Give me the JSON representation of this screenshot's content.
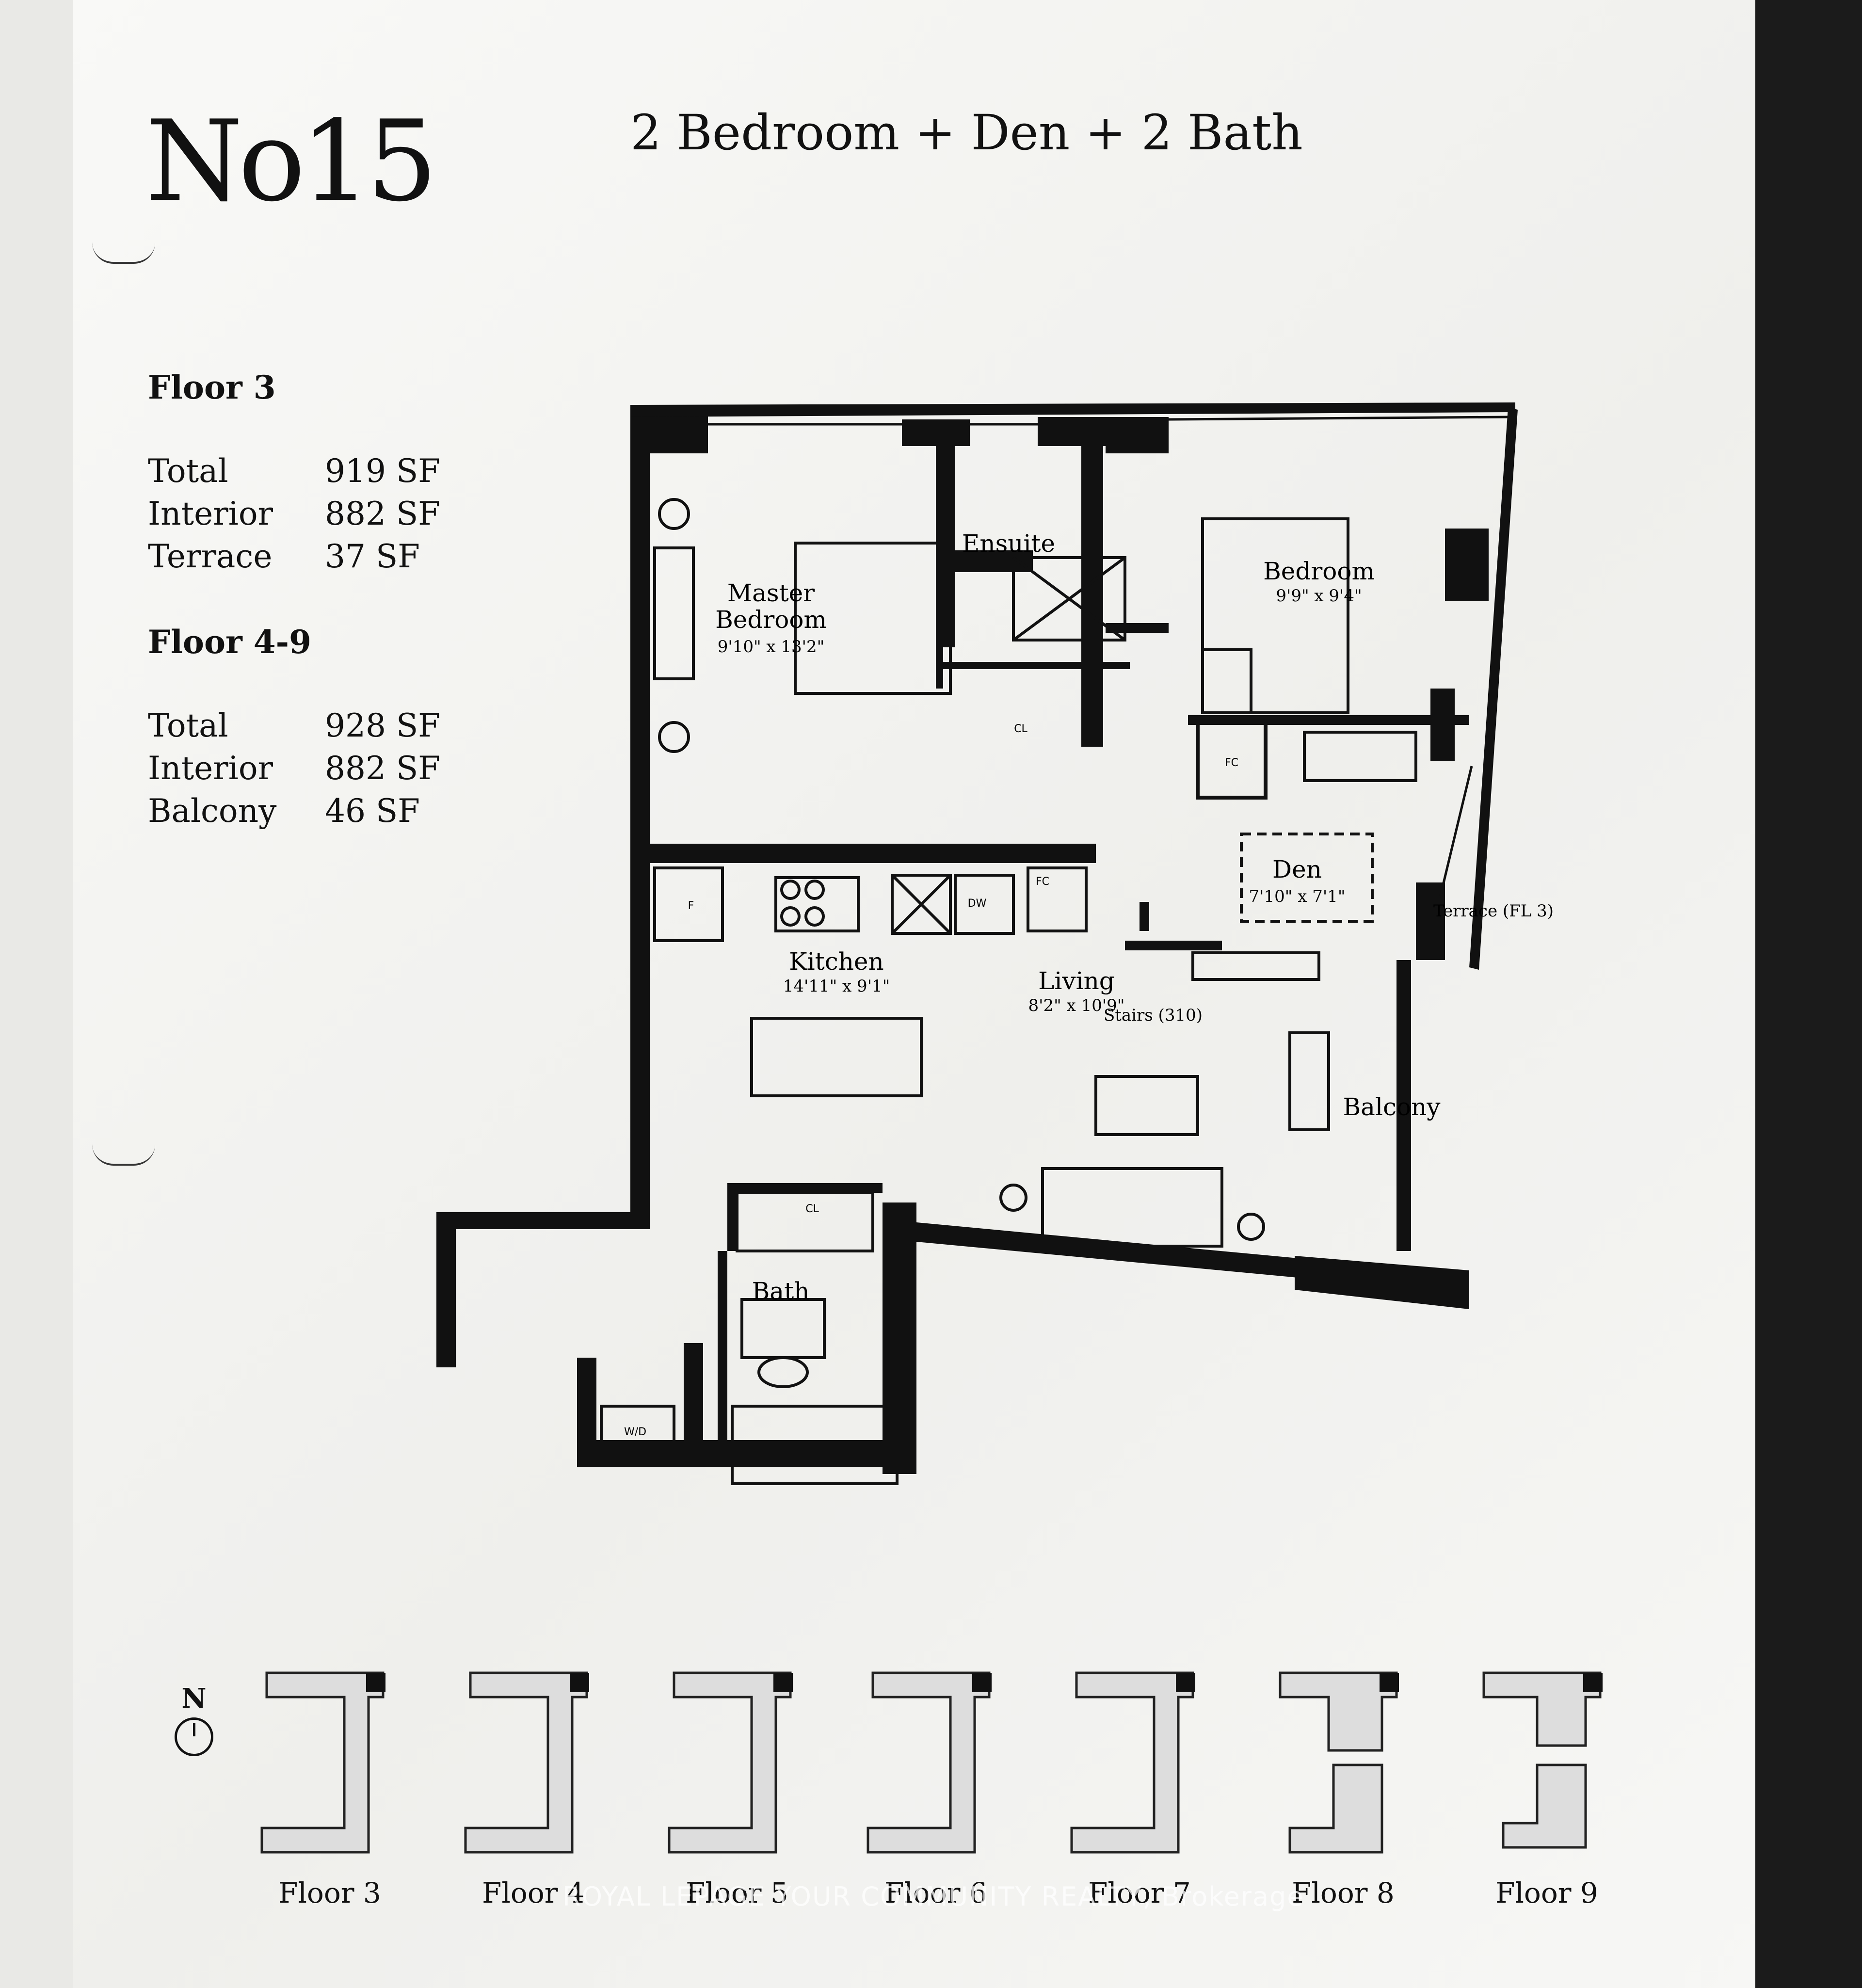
{
  "header": {
    "unit_number": "No15",
    "unit_type": "2 Bedroom + Den + 2 Bath"
  },
  "floor_3": {
    "heading": "Floor 3",
    "rows": [
      {
        "label": "Total",
        "value": "919 SF"
      },
      {
        "label": "Interior",
        "value": "882 SF"
      },
      {
        "label": "Terrace",
        "value": "37 SF"
      }
    ]
  },
  "floor_4_9": {
    "heading": "Floor 4-9",
    "rows": [
      {
        "label": "Total",
        "value": "928 SF"
      },
      {
        "label": "Interior",
        "value": "882 SF"
      },
      {
        "label": "Balcony",
        "value": "46 SF"
      }
    ]
  },
  "plan": {
    "master_bedroom": {
      "name_line1": "Master",
      "name_line2": "Bedroom",
      "dims": "9'10\" x 13'2\""
    },
    "ensuite": {
      "name": "Ensuite"
    },
    "bedroom": {
      "name": "Bedroom",
      "dims": "9'9\" x 9'4\""
    },
    "den": {
      "name": "Den",
      "dims": "7'10\" x 7'1\""
    },
    "kitchen": {
      "name": "Kitchen",
      "dims": "14'11\" x 9'1\""
    },
    "living": {
      "name": "Living",
      "dims": "8'2\" x 10'9\""
    },
    "bath": {
      "name": "Bath"
    },
    "balcony": {
      "name": "Balcony"
    },
    "stairs": "Stairs (310)",
    "terrace_note": "Terrace (FL 3)",
    "small_labels": {
      "cl": "CL",
      "fc": "FC",
      "f": "F",
      "dw": "DW",
      "wd": "W/D"
    }
  },
  "compass": {
    "label": "N"
  },
  "keyplans": [
    {
      "caption": "Floor 3"
    },
    {
      "caption": "Floor 4"
    },
    {
      "caption": "Floor 5"
    },
    {
      "caption": "Floor 6"
    },
    {
      "caption": "Floor 7"
    },
    {
      "caption": "Floor 8"
    },
    {
      "caption": "Floor 9"
    }
  ],
  "watermark": "ROYAL LEPAGE YOUR COMMUNITY REALTY, Brokerage",
  "colors": {
    "wall": "#111111",
    "paper": "#f6f6f4",
    "edge": "#1b1b1b"
  }
}
